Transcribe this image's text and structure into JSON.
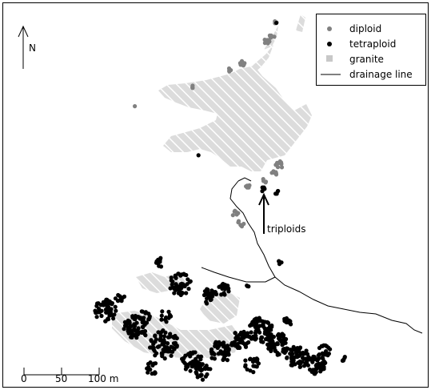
{
  "map": {
    "north_label": "N",
    "annotation": "triploids",
    "legend": {
      "items": [
        {
          "key": "diploid",
          "label": "diploid",
          "symbol": "dot",
          "color": "#808080"
        },
        {
          "key": "tetraploid",
          "label": "tetraploid",
          "symbol": "dot",
          "color": "#000000"
        },
        {
          "key": "granite",
          "label": "granite",
          "symbol": "square",
          "color": "#c8c8c8"
        },
        {
          "key": "drainage",
          "label": "drainage line",
          "symbol": "line",
          "color": "#000000"
        }
      ]
    },
    "scale_bar": {
      "ticks": [
        "0",
        "50",
        "100 m"
      ]
    }
  }
}
